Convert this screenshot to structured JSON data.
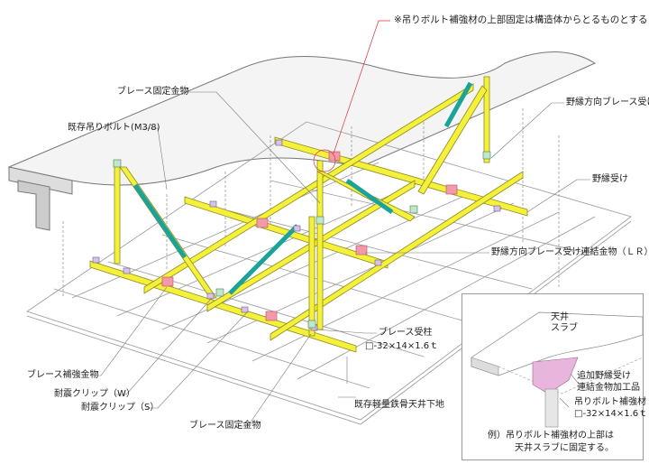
{
  "note": "※吊りボルト補強材の上部固定は構造体からとるものとする",
  "labels": {
    "brace_fixing_top": "ブレース固定金物",
    "existing_bolt": "既存吊りボルト(M3/8)",
    "brace_receiver_dir": "野縁方向ブレース受け",
    "nobuchi_uke": "野縁受け",
    "lr_connector": "野縁方向ブレース受け連結金物（ＬＲ）",
    "brace_post": "ブレース受柱",
    "brace_post_spec": "□-32×14×1.6ｔ",
    "brace_reinforce": "ブレース補強金物",
    "clip_w": "耐震クリップ（W）",
    "clip_s": "耐震クリップ（S）",
    "existing_ceiling": "既存軽量鉄骨天井下地",
    "brace_fixing_bottom": "ブレース固定金物"
  },
  "inset": {
    "slab": "天井\nスラブ",
    "slab_line1": "天井",
    "slab_line2": "スラブ",
    "connector_line1": "追加野縁受け",
    "connector_line2": "連結金物加工品",
    "bolt_reinforce": "吊りボルト補強材",
    "bolt_spec": "□-32×14×1.6ｔ",
    "caption_line1": "例）吊りボルト補強材の上部は",
    "caption_line2": "天井スラブに固定する。"
  },
  "colors": {
    "member": "#f5f03a",
    "diagonal": "#1aa39a",
    "connector": "#f29aa8",
    "clip": "#c9a6e0",
    "note_line": "#e03030"
  }
}
